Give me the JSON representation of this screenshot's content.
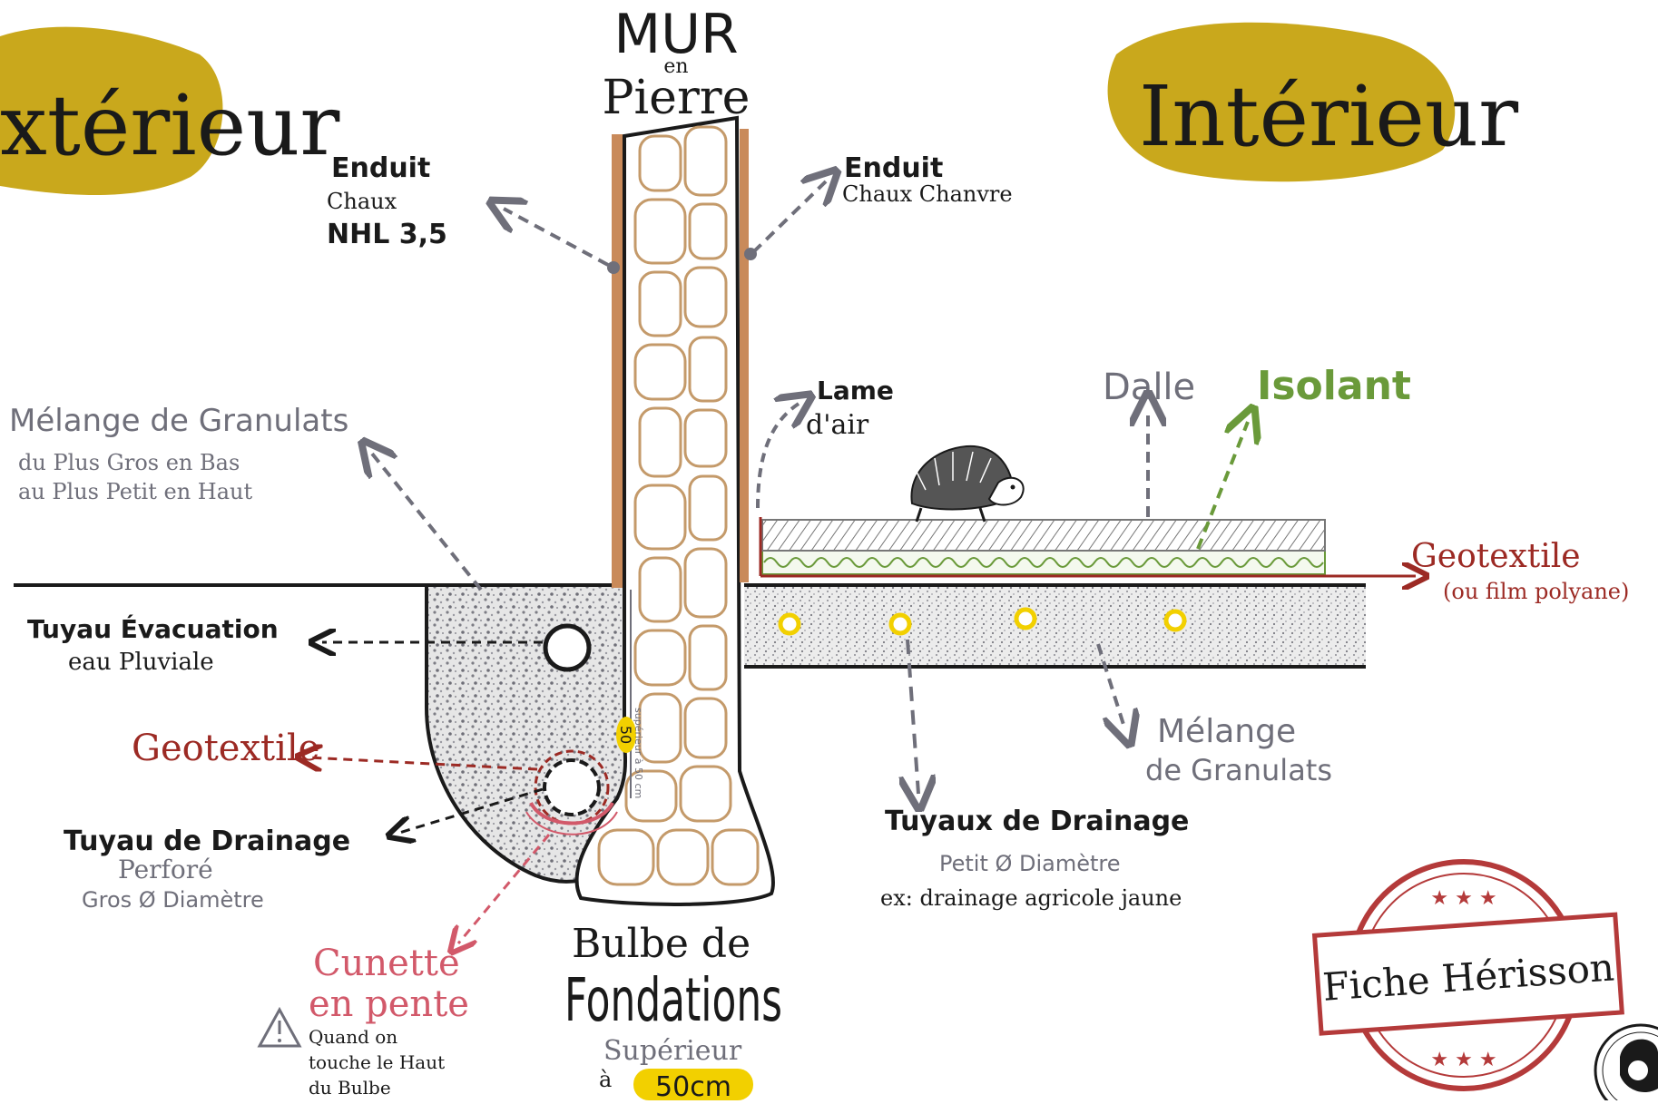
{
  "colors": {
    "ink": "#1a1a1a",
    "grey": "#6f6f7a",
    "mustard": "#c9a81c",
    "render": "#c98a5a",
    "red": "#9c2a24",
    "pink": "#d2596a",
    "green": "#6a9a3a",
    "yellow": "#f2d000",
    "gravel": "#d9d9d9"
  },
  "headers": {
    "exterior": "xtérieur",
    "interior": "Intérieur"
  },
  "wall": {
    "title_top": "MUR",
    "title_en": "en",
    "title_bottom": "Pierre"
  },
  "render_ext": {
    "title": "Enduit",
    "line1": "Chaux",
    "line2": "NHL 3,5"
  },
  "render_int": {
    "title": "Enduit",
    "line1": "Chaux Chanvre"
  },
  "air_gap": {
    "line1": "Lame",
    "line2": "d'air"
  },
  "slab": {
    "dalle": "Dalle",
    "isolant": "Isolant",
    "geotextile": "Geotextile",
    "geotextile_note": "(ou film polyane)"
  },
  "aggregate_ext": {
    "title": "Mélange de Granulats",
    "line1": "du Plus Gros en Bas",
    "line2": "au Plus Petit en Haut"
  },
  "evacuation_pipe": {
    "line1": "Tuyau Évacuation",
    "line2": "eau Pluviale"
  },
  "geotextile_ext": "Geotextile",
  "drain_pipe": {
    "line1": "Tuyau de Drainage",
    "line2": "Perforé",
    "line3": "Gros Ø Diamètre"
  },
  "gutter": {
    "line1": "Cunette",
    "line2": "en pente",
    "note1": "Quand on",
    "note2": "touche le Haut",
    "note3": "du Bulbe",
    "warning_icon": "warning-triangle-icon"
  },
  "foundation": {
    "line1": "Bulbe de",
    "line2": "Fondations",
    "line3": "Supérieur",
    "line4": "à",
    "measure": "50cm"
  },
  "vertical_note": "supérieur à 50 cm",
  "vertical_badge": "50",
  "aggregate_int": {
    "line1": "Mélange",
    "line2": "de Granulats"
  },
  "drain_pipes_int": {
    "line1": "Tuyaux de Drainage",
    "line2": "Petit Ø Diamètre",
    "line3": "ex: drainage agricole jaune"
  },
  "stamp": {
    "label": "Fiche Hérisson",
    "stars": "★ ★ ★"
  },
  "icons": {
    "hedgehog": "hedgehog-icon",
    "avatar": "author-avatar-icon"
  }
}
